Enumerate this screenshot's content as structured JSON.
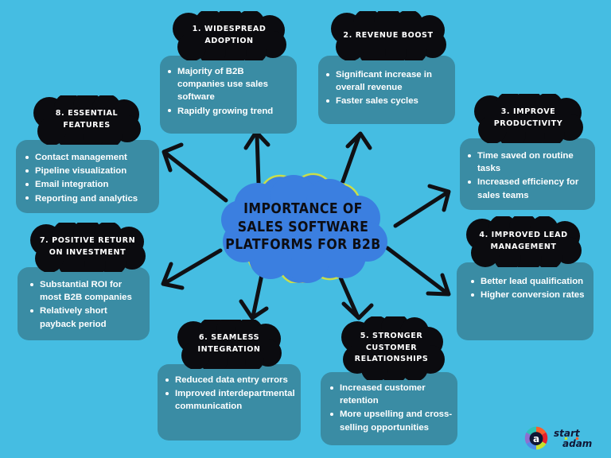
{
  "canvas": {
    "background_color": "#45BDE2",
    "card_color": "#3A8CA4",
    "blob_color": "#0B0B0F",
    "cloud_color": "#3B7FE0",
    "cloud_outline_color": "#C9DE4A",
    "text_color": "#FFFFFF"
  },
  "center": {
    "line1": "IMPORTANCE OF",
    "line2": "SALES SOFTWARE",
    "line3": "PLATFORMS FOR B2B"
  },
  "nodes": [
    {
      "id": 1,
      "title_lines": [
        "1. WIDESPREAD",
        "ADOPTION"
      ],
      "bullets": [
        "Majority of B2B companies use sales software",
        "Rapidly growing trend"
      ]
    },
    {
      "id": 2,
      "title_lines": [
        "2. REVENUE BOOST"
      ],
      "bullets": [
        "Significant increase in overall revenue",
        "Faster sales cycles"
      ]
    },
    {
      "id": 3,
      "title_lines": [
        "3. IMPROVE",
        "PRODUCTIVITY"
      ],
      "bullets": [
        "Time saved on routine tasks",
        "Increased efficiency for sales teams"
      ]
    },
    {
      "id": 4,
      "title_lines": [
        "4. IMPROVED LEAD",
        "MANAGEMENT"
      ],
      "bullets": [
        "Better lead qualification",
        "Higher conversion rates"
      ]
    },
    {
      "id": 5,
      "title_lines": [
        "5. STRONGER",
        "CUSTOMER",
        "RELATIONSHIPS"
      ],
      "bullets": [
        "Increased customer retention",
        "More upselling and cross-selling opportunities"
      ]
    },
    {
      "id": 6,
      "title_lines": [
        "6. SEAMLESS",
        "INTEGRATION"
      ],
      "bullets": [
        "Reduced data entry errors",
        "Improved interdepartmental communication"
      ]
    },
    {
      "id": 7,
      "title_lines": [
        "7. POSITIVE RETURN",
        "ON INVESTMENT"
      ],
      "bullets": [
        "Substantial ROI for most B2B companies",
        "Relatively short payback period"
      ]
    },
    {
      "id": 8,
      "title_lines": [
        "8. ESSENTIAL",
        "FEATURES"
      ],
      "bullets": [
        "Contact management",
        "Pipeline visualization",
        "Email integration",
        "Reporting and analytics"
      ]
    }
  ],
  "logo": {
    "icon": "startadam-pinwheel-icon",
    "line1": "start",
    "line2": "adam",
    "text_color": "#101736",
    "wedge_colors": [
      "#2EC4B6",
      "#F95E2A",
      "#E8202A",
      "#C8E22B",
      "#8E6FD0",
      "#4F8BE8"
    ]
  }
}
